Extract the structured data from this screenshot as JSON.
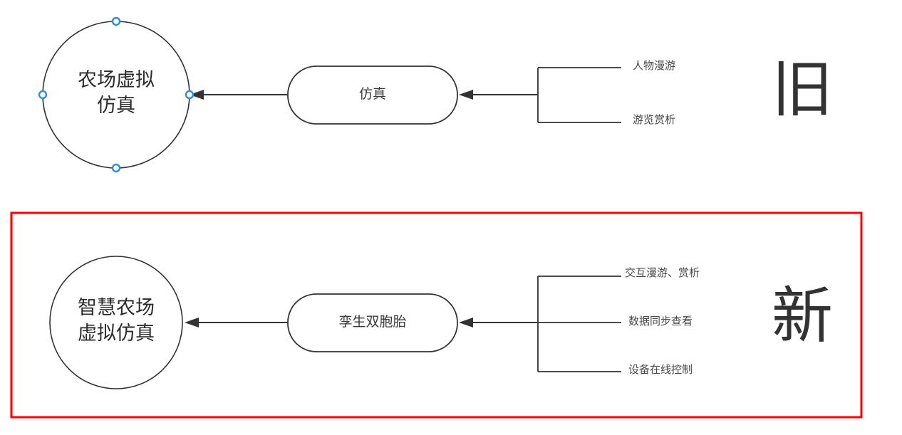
{
  "diagram": {
    "sections": [
      {
        "id": "old",
        "marker": "旧",
        "selected": false,
        "circle": {
          "line1": "农场虚拟",
          "line2": "仿真",
          "handles": [
            "top-handle",
            "left-handle",
            "right-handle",
            "bottom-handle"
          ]
        },
        "process": {
          "label": "仿真"
        },
        "leaves": [
          {
            "label": "人物漫游"
          },
          {
            "label": "游览赏析"
          }
        ]
      },
      {
        "id": "new",
        "marker": "新",
        "selected": true,
        "circle": {
          "line1": "智慧农场",
          "line2": "虚拟仿真",
          "handles": []
        },
        "process": {
          "label": "孪生双胞胎"
        },
        "leaves": [
          {
            "label": "交互漫游、赏析"
          },
          {
            "label": "数据同步查看"
          },
          {
            "label": "设备在线控制"
          }
        ]
      }
    ],
    "colors": {
      "stroke": "#333333",
      "highlight": "#ff0000",
      "handle_ring": "#2f8ed6",
      "handle_fill": "#ffffff",
      "text": "#333333"
    }
  }
}
